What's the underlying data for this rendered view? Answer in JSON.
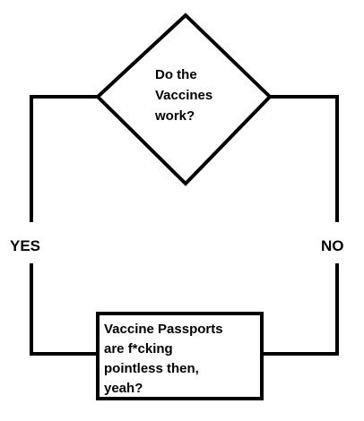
{
  "flowchart": {
    "decision": {
      "lines": [
        "Do the",
        "Vaccines",
        "work?"
      ]
    },
    "branches": {
      "yes": "YES",
      "no": "NO"
    },
    "result": {
      "lines": [
        "Vaccine Passports",
        "are f*cking",
        "pointless then,",
        "yeah?"
      ]
    }
  },
  "colors": {
    "stroke": "#000000",
    "background": "#ffffff"
  }
}
